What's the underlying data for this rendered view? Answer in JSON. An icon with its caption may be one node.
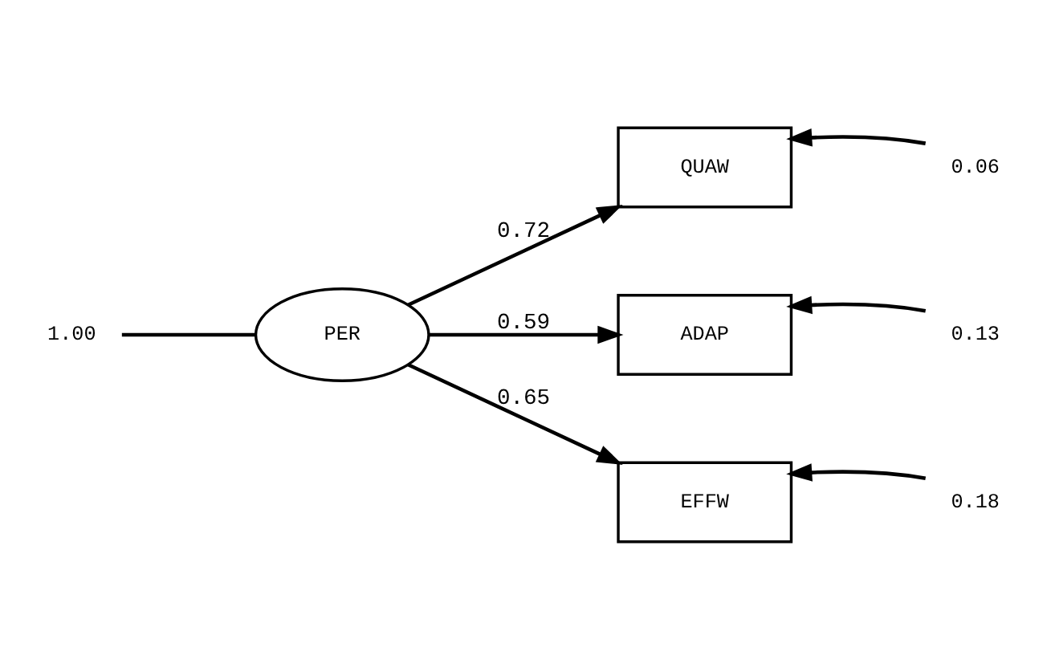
{
  "diagram": {
    "nodes": [
      {
        "text": [
          "1.00"
        ]
      },
      {
        "text": [
          "PER"
        ]
      },
      {
        "text": [
          "QUAW"
        ]
      },
      {
        "text": [
          "0.06"
        ]
      },
      {
        "text": [
          "ADAP"
        ]
      },
      {
        "text": [
          "0.13"
        ]
      },
      {
        "text": [
          "EFFW"
        ]
      },
      {
        "text": [
          "0.18"
        ]
      }
    ],
    "edges": [
      {
        "from": 0,
        "to": 1,
        "arrow": "none"
      },
      {
        "from": 1,
        "to": 2,
        "arrow": "to",
        "label": "0.72"
      },
      {
        "from": 1,
        "to": 4,
        "arrow": "to",
        "label": "0.59"
      },
      {
        "from": 1,
        "to": 6,
        "arrow": "to",
        "label": "0.65"
      },
      {
        "from": 3,
        "to": 2,
        "arrow": "to"
      },
      {
        "from": 5,
        "to": 4,
        "arrow": "to"
      },
      {
        "from": 7,
        "to": 6,
        "arrow": "to"
      }
    ]
  }
}
